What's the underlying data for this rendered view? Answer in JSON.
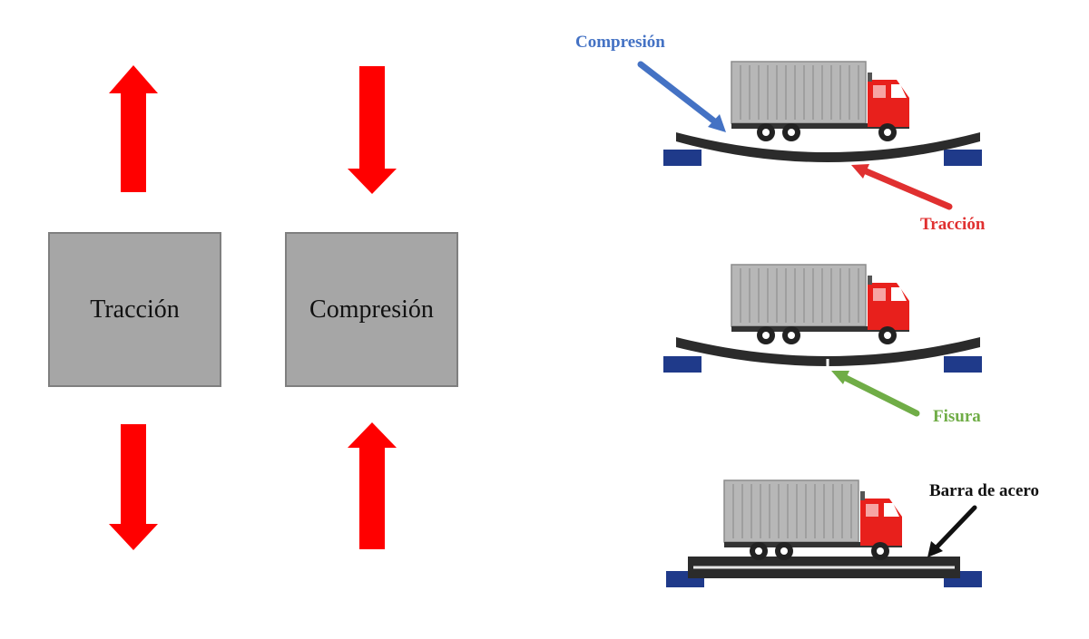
{
  "left_diagram": {
    "traccion_label": "Tracción",
    "compresion_label": "Compresión"
  },
  "right_diagram": {
    "compresion_label": "Compresión",
    "traccion_label": "Tracción",
    "fisura_label": "Fisura",
    "barra_label": "Barra de acero"
  },
  "colors": {
    "arrow_red": "#ff0000",
    "block_gray": "#a6a6a6",
    "beam_dark": "#2b2b2b",
    "support_blue": "#1f3a8a",
    "truck_cab": "#e8201c",
    "container_gray": "#b7b7b7",
    "compresion_blue": "#4472c4",
    "traccion_red": "#e03030",
    "fisura_green": "#70ad47"
  }
}
